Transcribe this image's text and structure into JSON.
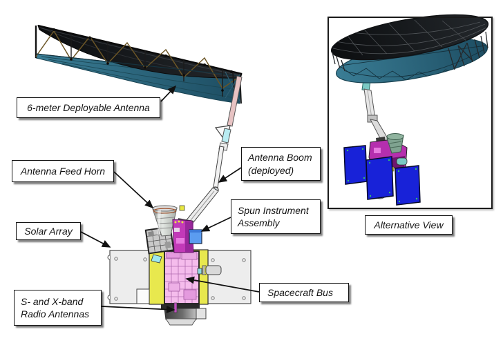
{
  "diagram": {
    "subject": "spacecraft-with-deployable-antenna",
    "labels": {
      "deployable_antenna": {
        "text": "6-meter Deployable Antenna"
      },
      "feed_horn": {
        "text": "Antenna Feed Horn"
      },
      "antenna_boom": {
        "line1": "Antenna Boom",
        "line2": "(deployed)"
      },
      "spun_instrument": {
        "line1": "Spun Instrument",
        "line2": "Assembly"
      },
      "solar_array": {
        "text": "Solar Array"
      },
      "spacecraft_bus": {
        "text": "Spacecraft Bus"
      },
      "radio_antennas": {
        "line1": "S- and X-band",
        "line2": "Radio Antennas"
      },
      "alternative_view": {
        "text": "Alternative View"
      }
    },
    "colors": {
      "background": "#ffffff",
      "antenna_mesh_teal": "#2f768e",
      "antenna_top_dark": "#16191c",
      "truss_brown": "#6b5526",
      "solar_panel_blue": "#1822d8",
      "solar_panel_gray": "#ededed",
      "bus_pink": "#f5bcec",
      "bus_frame_yellow": "#e8e84e",
      "instrument_blue": "#5b9cf0",
      "boom_pink": "#e7c3c3",
      "boom_cyan": "#b9ecf2",
      "callout_border": "#141414"
    }
  }
}
